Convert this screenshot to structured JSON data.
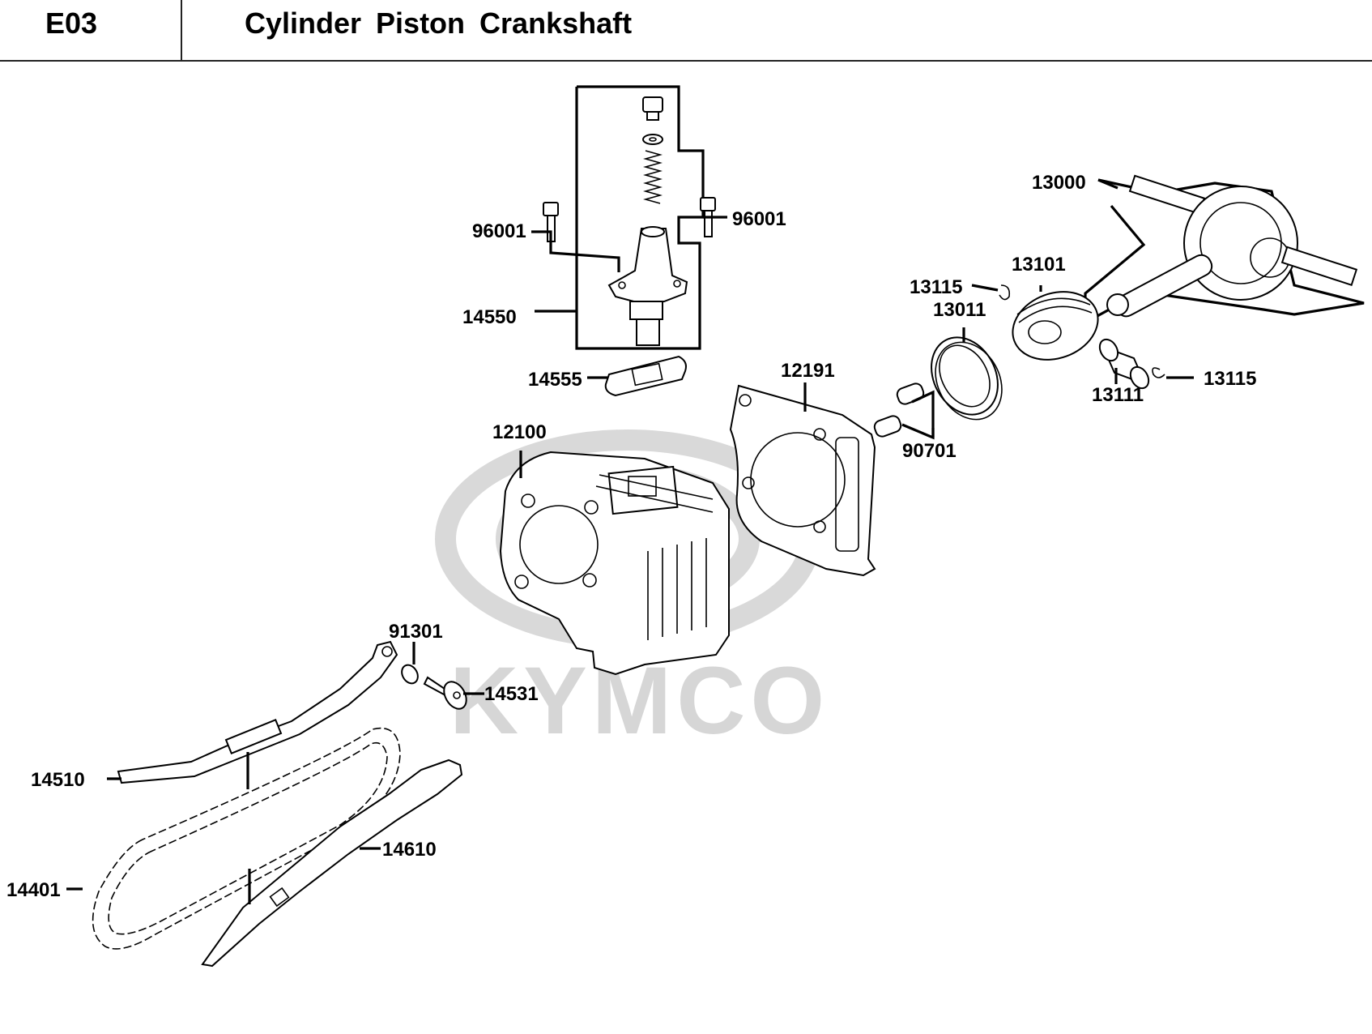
{
  "header": {
    "code": "E03",
    "title": "Cylinder  Piston  Crankshaft"
  },
  "watermark": {
    "brand": "KYMCO"
  },
  "labels": {
    "p13000": "13000",
    "p96001_left": "96001",
    "p96001_right": "96001",
    "p14550": "14550",
    "p13115_top": "13115",
    "p13101": "13101",
    "p13011": "13011",
    "p14555": "14555",
    "p12191": "12191",
    "p13115_right": "13115",
    "p13111": "13111",
    "p12100": "12100",
    "p90701": "90701",
    "p91301": "91301",
    "p14531": "14531",
    "p14510": "14510",
    "p14610": "14610",
    "p14401": "14401"
  }
}
